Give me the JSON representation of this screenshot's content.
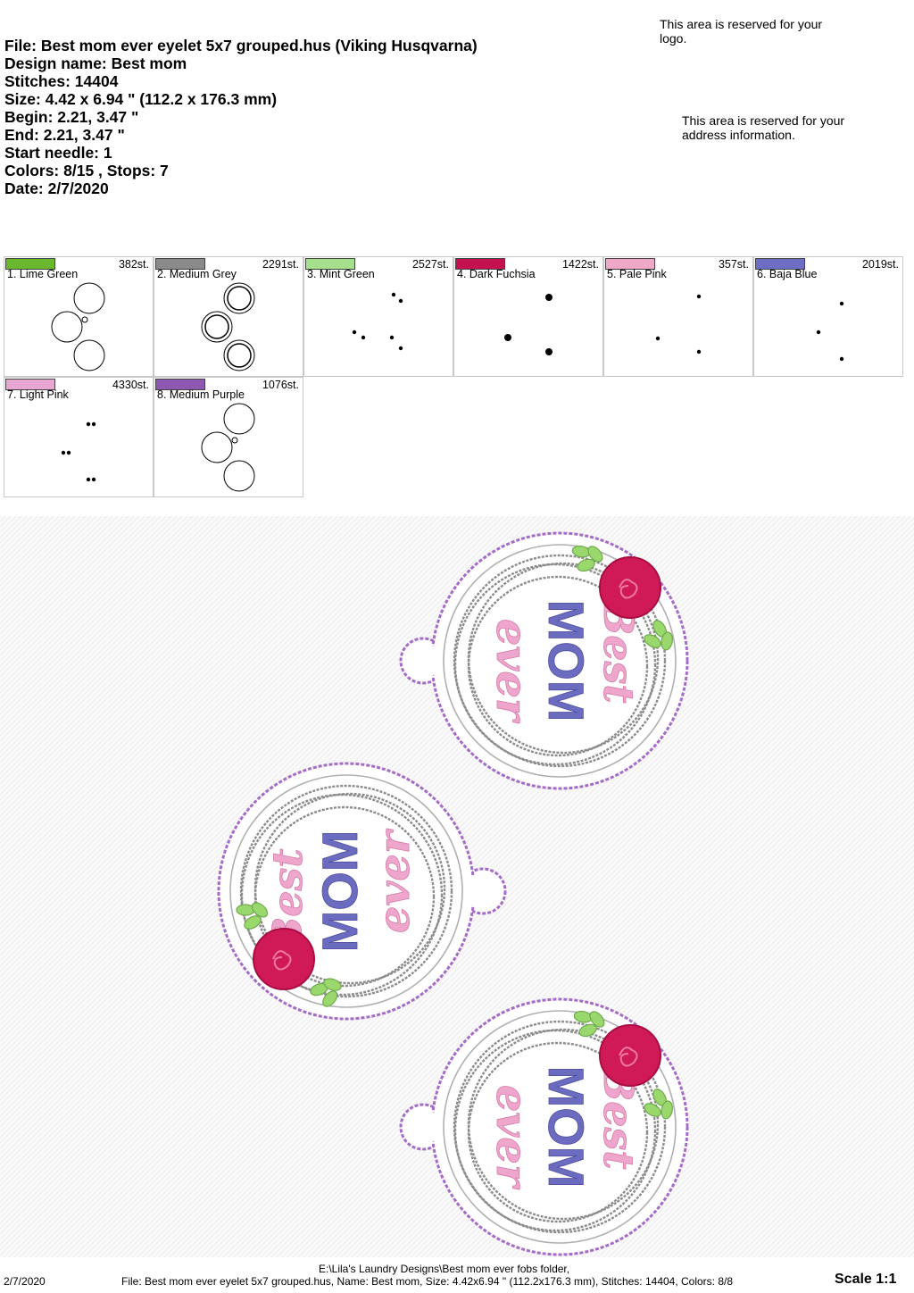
{
  "header": {
    "file": "File: Best mom ever eyelet 5x7 grouped.hus  (Viking Husqvarna)",
    "design_name": "Design name: Best mom",
    "stitches": "Stitches: 14404",
    "size": "Size: 4.42 x 6.94 \" (112.2 x 176.3 mm)",
    "begin": "Begin: 2.21, 3.47 \"",
    "end": "End: 2.21, 3.47 \"",
    "start_needle": "Start needle: 1",
    "colors": "Colors: 8/15 , Stops: 7",
    "date": "Date: 2/7/2020"
  },
  "notes": {
    "logo": "This area is reserved for your logo.",
    "address": "This area is reserved for your address information."
  },
  "palette": [
    {
      "label": "1. Lime Green",
      "stitches": "382st.",
      "color": "#6ab82e",
      "thumb": "rings"
    },
    {
      "label": "2. Medium Grey",
      "stitches": "2291st.",
      "color": "#8a8a8a",
      "thumb": "double-rings"
    },
    {
      "label": "3. Mint Green",
      "stitches": "2527st.",
      "color": "#a6e08c",
      "thumb": "leaf-dots"
    },
    {
      "label": "4. Dark Fuchsia",
      "stitches": "1422st.",
      "color": "#c4104e",
      "thumb": "rose-dots"
    },
    {
      "label": "5. Pale Pink",
      "stitches": "357st.",
      "color": "#f0a8c8",
      "thumb": "small-dots"
    },
    {
      "label": "6. Baja Blue",
      "stitches": "2019st.",
      "color": "#6e6ec4",
      "thumb": "mom-dots"
    },
    {
      "label": "7. Light Pink",
      "stitches": "4330st.",
      "color": "#e8a6d2",
      "thumb": "text-dots"
    },
    {
      "label": "8. Medium Purple",
      "stitches": "1076st.",
      "color": "#8e58b0",
      "thumb": "rings"
    }
  ],
  "design_text": {
    "word1": "Best",
    "word2": "MOM",
    "word3": "ever"
  },
  "colors": {
    "outline": "#a46cc8",
    "ring": "#8c8c8c",
    "rose": "#d01a58",
    "rose_light": "#f07aa6",
    "leaf": "#9ad86e",
    "leaf_dark": "#6eaa4c",
    "best": "#eea6cc",
    "mom": "#6b6bc0",
    "ever": "#eea6cc"
  },
  "footer": {
    "date": "2/7/2020",
    "path": "E:\\Lila's Laundry Designs\\Best mom ever fobs folder,",
    "file_line": "File: Best mom ever eyelet 5x7 grouped.hus, Name: Best mom, Size: 4.42x6.94 \" (112.2x176.3 mm), Stitches: 14404, Colors: 8/8",
    "scale": "Scale 1:1"
  }
}
